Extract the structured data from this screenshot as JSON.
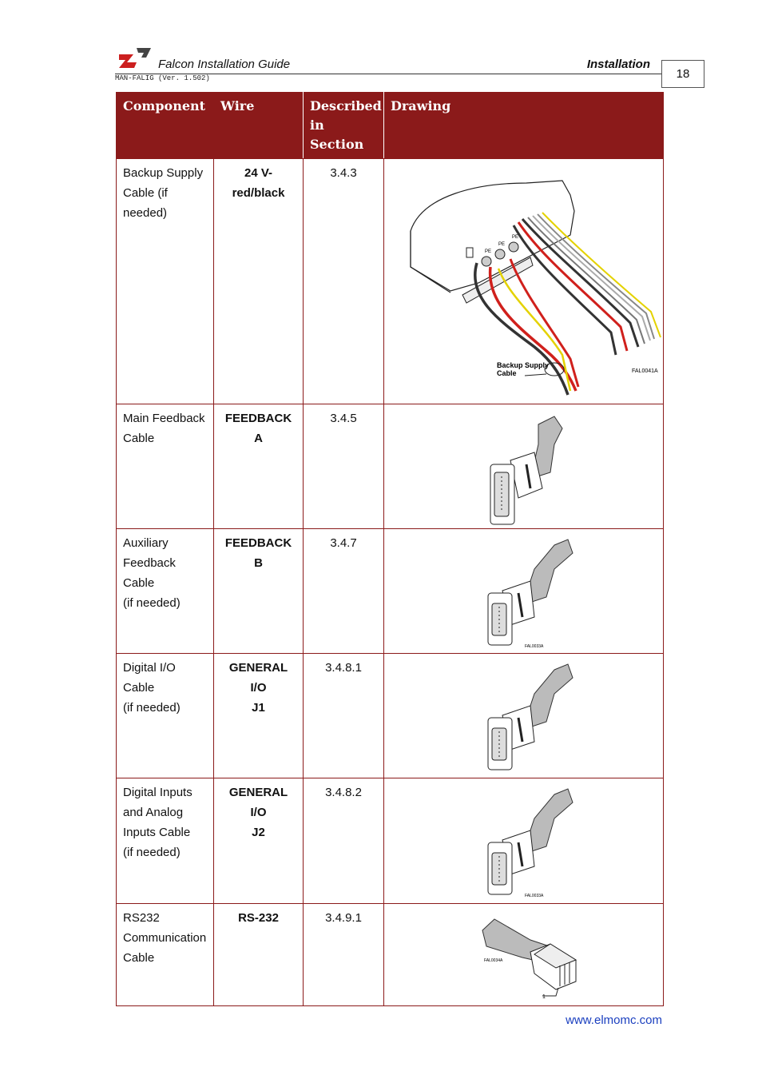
{
  "header": {
    "doc_title": "Falcon Installation Guide",
    "section": "Installation",
    "version": "MAN-FALIG (Ver. 1.502)",
    "page_number": "18",
    "logo_icon": "elmo-logo-icon"
  },
  "table": {
    "headers": {
      "component": "Component",
      "wire": "Wire",
      "section": "Described in Section",
      "drawing": "Drawing"
    },
    "rows": [
      {
        "component": "Backup Supply Cable (if needed)",
        "wire": "24 V-\nred/black",
        "section": "3.4.3",
        "drawing": {
          "icon": "backup-supply-cable-icon",
          "callout": "Backup Supply\nCable",
          "code": "FAL0041A",
          "pe_label": "PE"
        }
      },
      {
        "component": "Main Feedback Cable",
        "wire": "FEEDBACK A",
        "section": "3.4.5",
        "drawing": {
          "icon": "d-sub-connector-icon"
        }
      },
      {
        "component": "Auxiliary Feedback Cable\n(if needed)",
        "wire": "FEEDBACK B",
        "section": "3.4.7",
        "drawing": {
          "icon": "d-sub-connector-icon",
          "code": "FAL0033A"
        }
      },
      {
        "component": "Digital I/O Cable\n(if needed)",
        "wire": "GENERAL\nI/O\nJ1",
        "section": "3.4.8.1",
        "drawing": {
          "icon": "d-sub-connector-icon"
        }
      },
      {
        "component": "Digital Inputs and Analog Inputs Cable\n(if needed)",
        "wire": "GENERAL\nI/O\nJ2",
        "section": "3.4.8.2",
        "drawing": {
          "icon": "d-sub-connector-icon",
          "code": "FAL0033A"
        }
      },
      {
        "component": "RS232 Communication Cable",
        "wire": "RS-232",
        "section": "3.4.9.1",
        "drawing": {
          "icon": "rj-connector-icon",
          "code": "FAL0034A",
          "pin_label": "1"
        }
      }
    ]
  },
  "footer": {
    "url": "www.elmomc.com"
  },
  "colors": {
    "header_bg": "#8b1a1a",
    "link": "#1a3fbf",
    "wire_red": "#d0201c",
    "wire_yellow": "#e4d200"
  }
}
